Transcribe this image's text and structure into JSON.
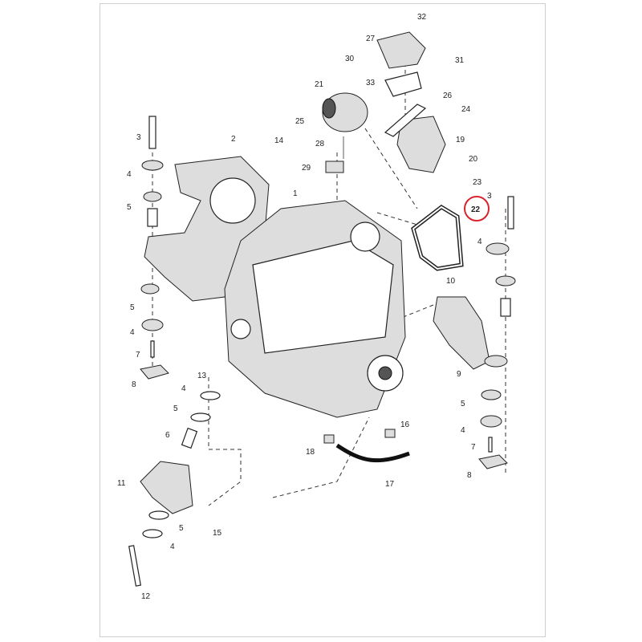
{
  "diagram": {
    "highlight_color": "#d9232e",
    "highlighted_callout": "22",
    "callouts": [
      "32",
      "27",
      "30",
      "31",
      "21",
      "33",
      "26",
      "24",
      "25",
      "19",
      "20",
      "28",
      "29",
      "23",
      "3",
      "2",
      "14",
      "4",
      "5",
      "1",
      "22",
      "3",
      "4",
      "10",
      "5",
      "4",
      "7",
      "8",
      "9",
      "5",
      "4",
      "7",
      "8",
      "13",
      "4",
      "5",
      "6",
      "11",
      "5",
      "15",
      "4",
      "12",
      "18",
      "16",
      "17"
    ]
  }
}
